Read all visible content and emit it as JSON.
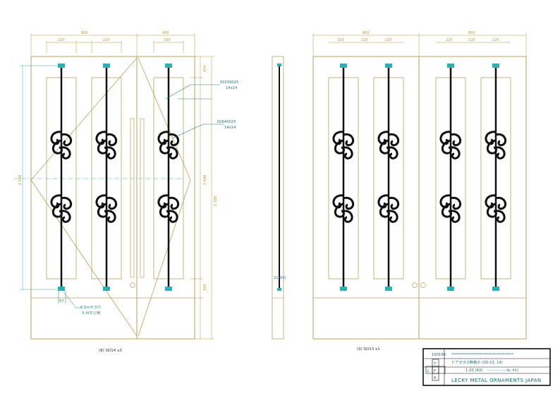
{
  "colors": {
    "frame": "#b8a25a",
    "dimension": "#b8962e",
    "bar": "#111111",
    "accent": "#26b3b3",
    "leader": "#1f7a7a",
    "title_block_text": "#0f6f6f"
  },
  "left_view": {
    "dims": {
      "total_width_left": "800",
      "total_width_right": "400",
      "spacing_a": "220",
      "spacing_b": "220",
      "spacing_c": "160",
      "top_offset": "150",
      "bottom_offset": "100",
      "height_inner": "1 500",
      "height_inner_right": "1 500",
      "height_total": "2 100"
    },
    "callouts": [
      {
        "code": "00039025",
        "size": "14x14"
      },
      {
        "code": "02640025",
        "size": "14x14"
      }
    ],
    "hole_note_1": "6.5ｍサラ穴",
    "hole_note_2": "5-Ｍネジ用",
    "small_dim": "57",
    "caption": "(8) SD14  x3"
  },
  "side_view": {
    "dim_label": "22(14)"
  },
  "right_view": {
    "dims": {
      "total_width_left": "800",
      "total_width_right": "800",
      "spacing": [
        "220",
        "120",
        "220",
        "220",
        "120",
        "220"
      ]
    },
    "caption": "(9) SD13  x1"
  },
  "title_block": {
    "number": "100199",
    "title_line": "**********************************",
    "subtitle": "ドアガラス飾格子 (SD-13, 14)",
    "scale": "1:20 (A3)",
    "small_text": "-------  -----  -----  No. ##1",
    "views": [
      "T",
      "L",
      "F",
      "R"
    ],
    "company": "LECKY METAL ORNAMENTS JAPAN"
  }
}
